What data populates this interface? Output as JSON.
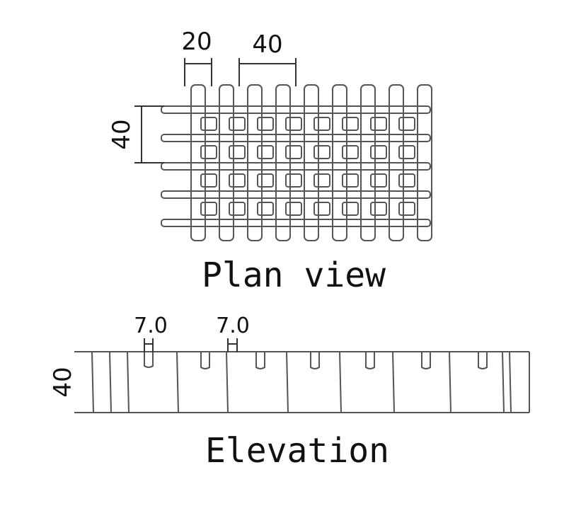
{
  "plan": {
    "caption": "Plan view",
    "dim_bar": "20",
    "dim_pitch": "40",
    "dim_height": "40",
    "columns": 9,
    "rows": 4
  },
  "elevation": {
    "caption": "Elevation",
    "dim_slot_1": "7.0",
    "dim_slot_2": "7.0",
    "dim_height": "40",
    "panels": 8
  },
  "colors": {
    "line": "#555555",
    "text": "#111111"
  }
}
